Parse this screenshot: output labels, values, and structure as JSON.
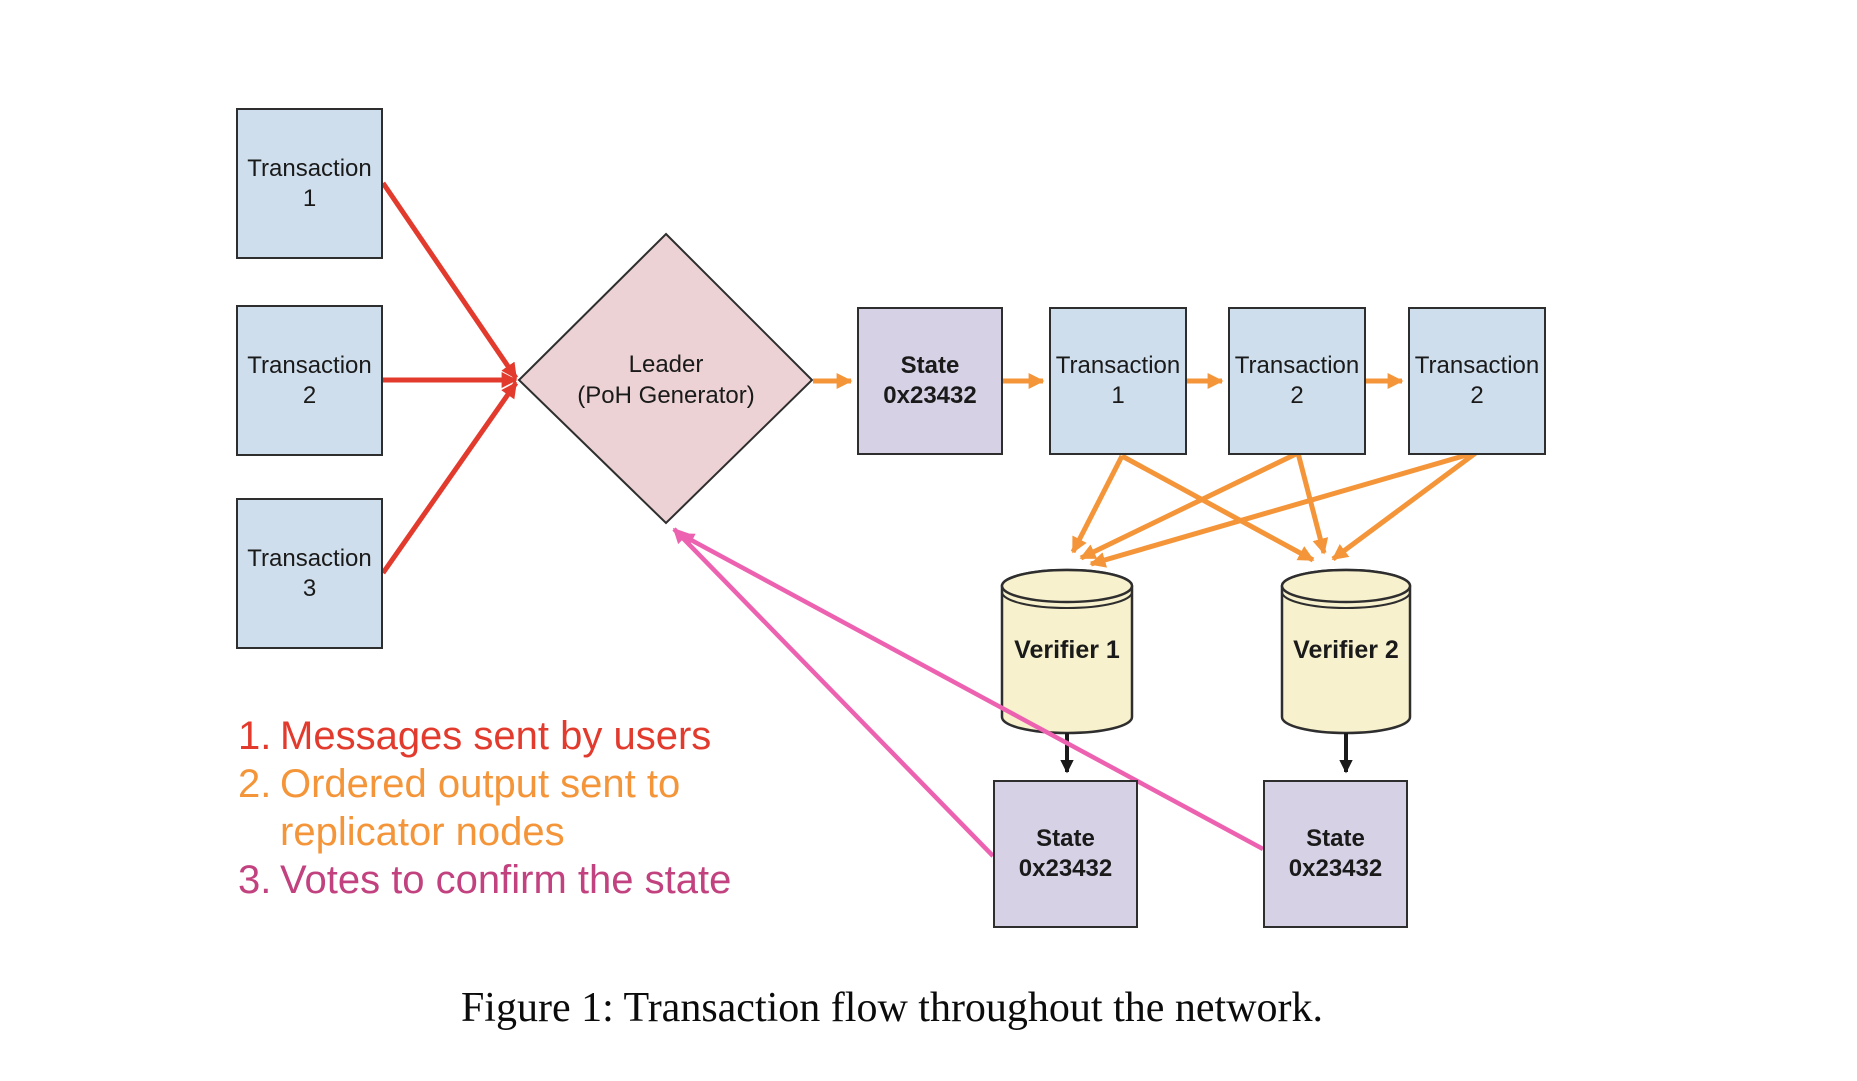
{
  "figure": {
    "caption": "Figure 1: Transaction flow throughout the network."
  },
  "nodes": {
    "user_transactions": [
      {
        "label": "Transaction\n1"
      },
      {
        "label": "Transaction\n2"
      },
      {
        "label": "Transaction\n3"
      }
    ],
    "leader": {
      "label": "Leader\n(PoH Generator)"
    },
    "generated_state": {
      "label": "State\n0x23432"
    },
    "ordered_transactions": [
      {
        "label": "Transaction\n1"
      },
      {
        "label": "Transaction\n2"
      },
      {
        "label": "Transaction\n2"
      }
    ],
    "verifiers": [
      {
        "label": "Verifier 1"
      },
      {
        "label": "Verifier 2"
      }
    ],
    "verifier_states": [
      {
        "label": "State\n0x23432"
      },
      {
        "label": "State\n0x23432"
      }
    ]
  },
  "legend": {
    "items": [
      {
        "number": "1.",
        "text": "Messages sent by users",
        "color": "#e23b2e"
      },
      {
        "number": "2.",
        "text": "Ordered output sent to replicator nodes",
        "color": "#f49539"
      },
      {
        "number": "3.",
        "text": "Votes to confirm the state",
        "color": "#c2417f"
      }
    ]
  },
  "colors": {
    "background": "#ffffff",
    "transaction_box_fill": "#cfdeec",
    "leader_diamond_fill": "#ecd2d4",
    "state_box_fill": "#d7d1e5",
    "verifier_cylinder_fill": "#f8f1ce",
    "node_border": "#2e2e2e",
    "user_message_arrow": "#e23b2e",
    "ordered_output_arrow": "#f49539",
    "vote_arrow": "#ed62b0",
    "verifier_state_arrow": "#1a1a1a"
  }
}
